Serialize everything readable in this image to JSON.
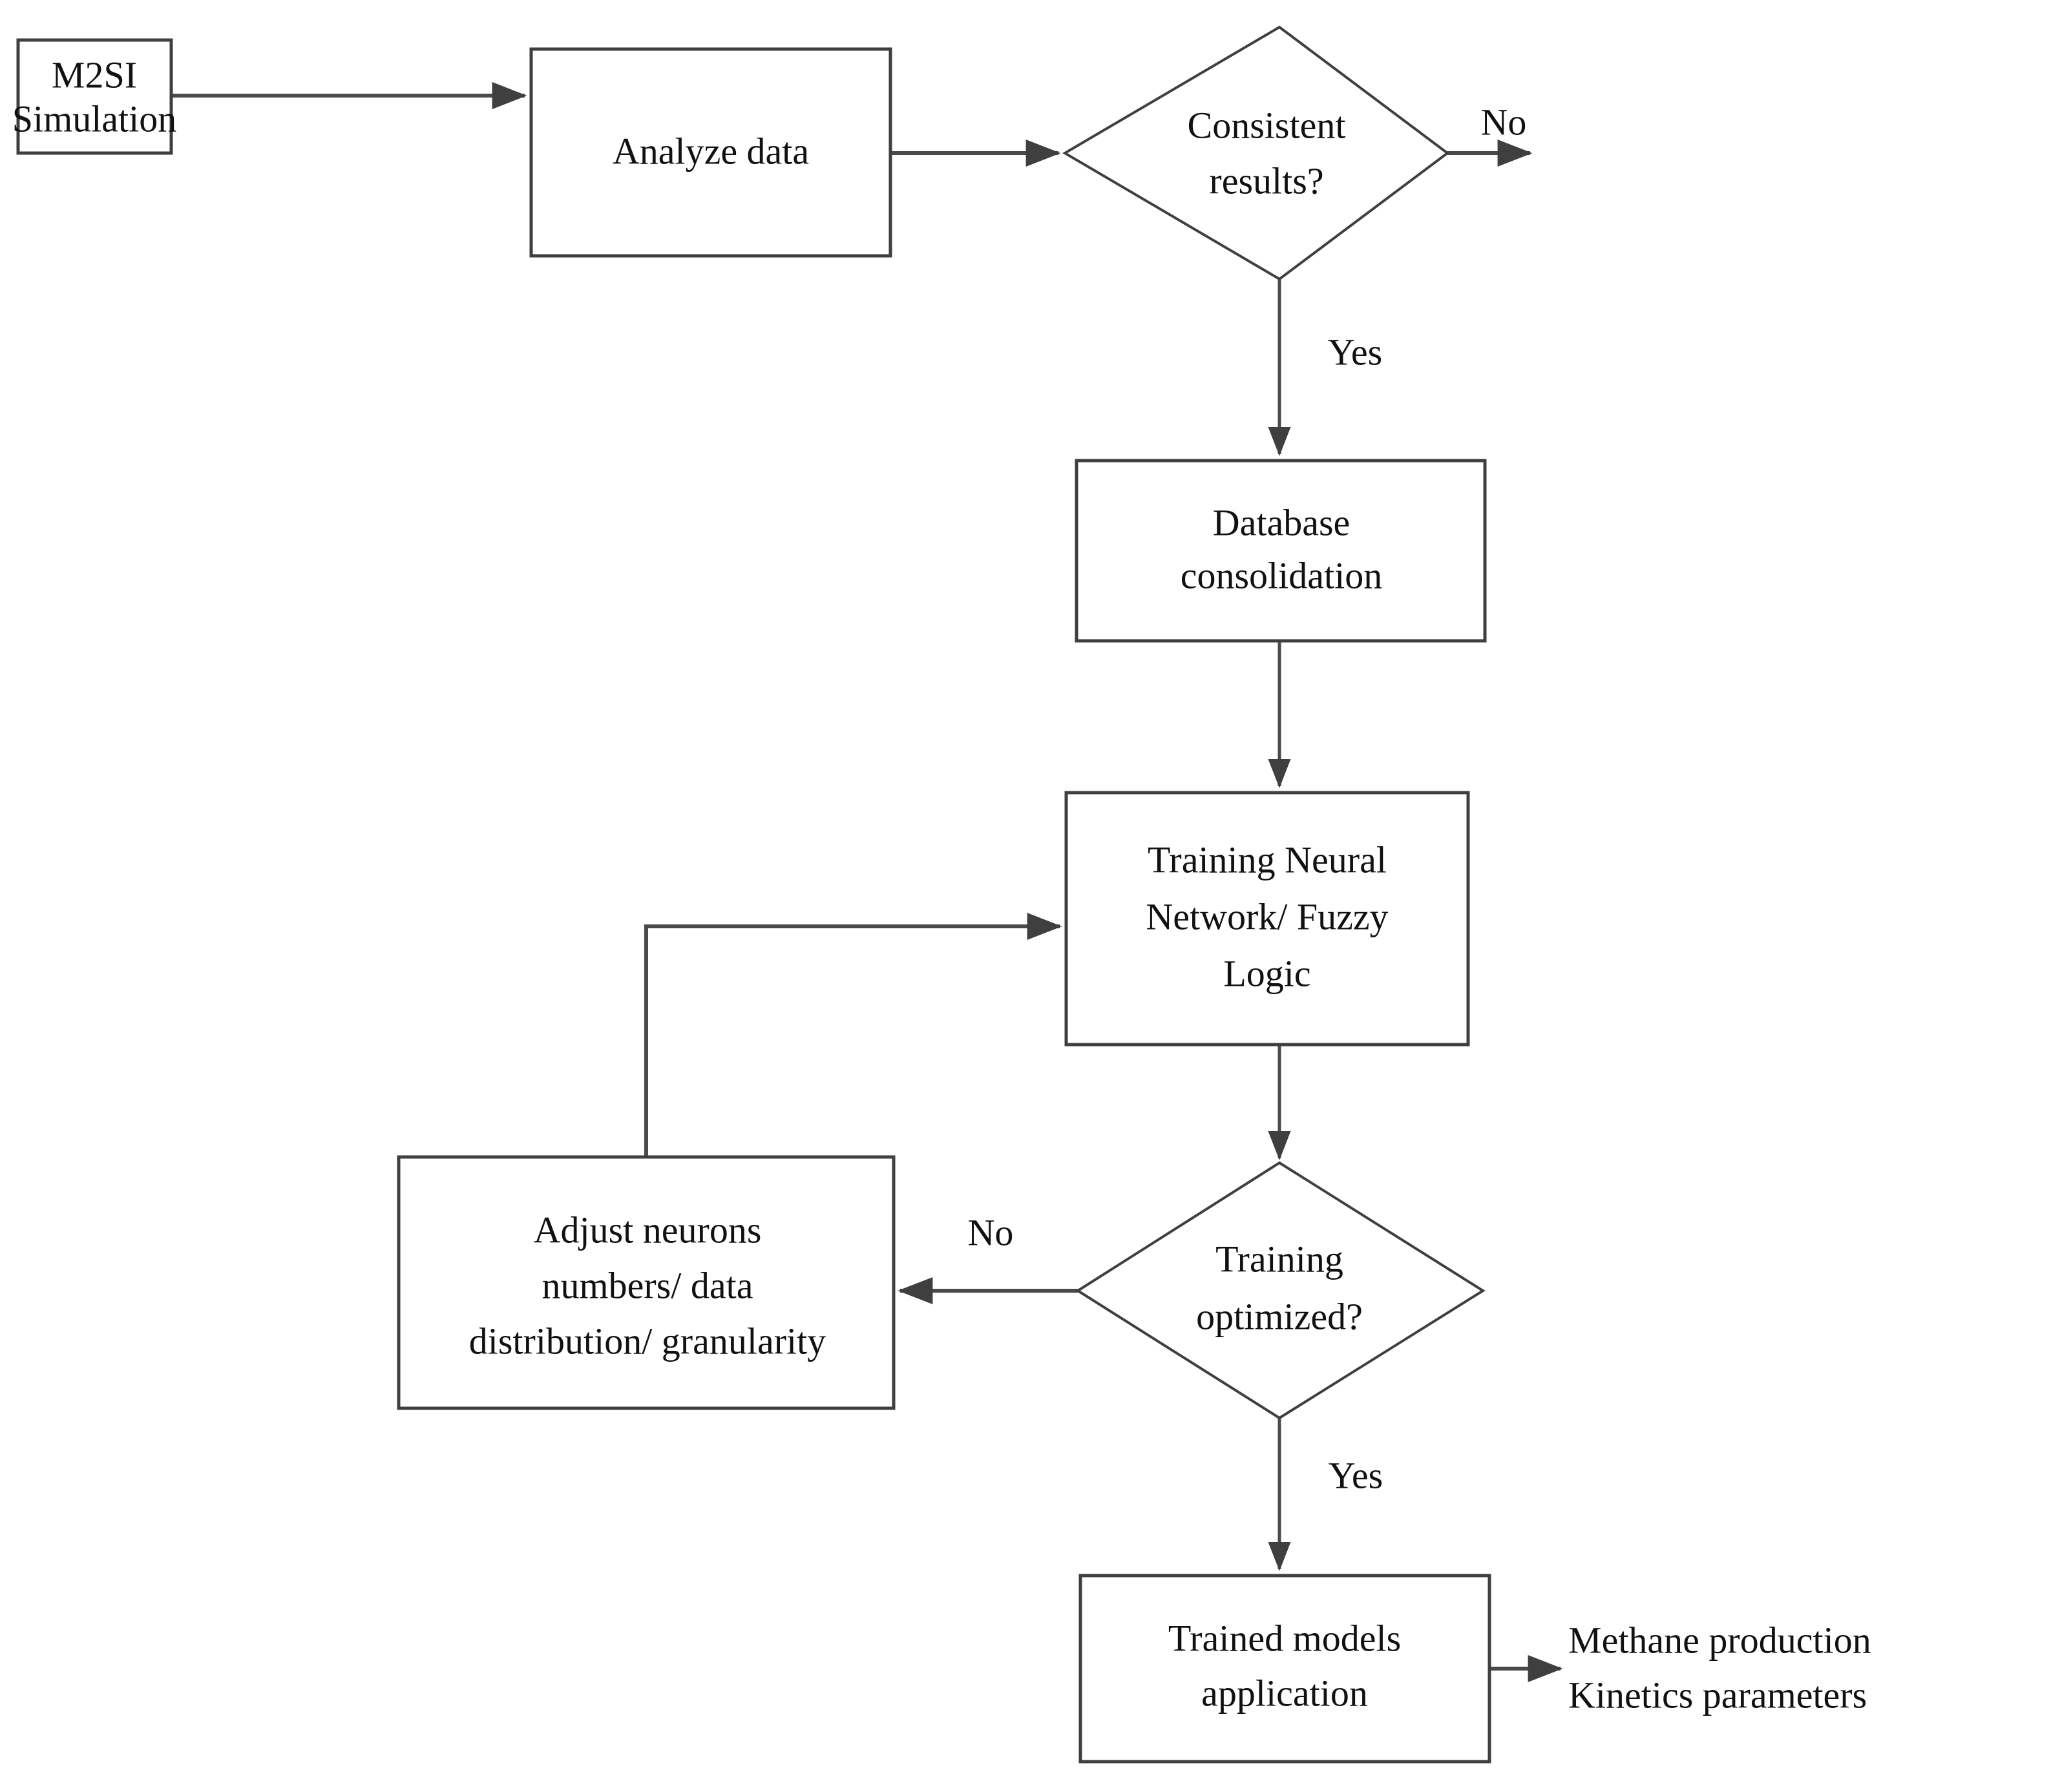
{
  "diagram": {
    "type": "flowchart",
    "orientation": "top-to-bottom",
    "background_color": "#ffffff",
    "stroke_color": "#4a4a4a",
    "text_color": "#111111"
  },
  "nodes": {
    "m2si_simulation": {
      "shape": "process",
      "lines": [
        "M2SI",
        "Simulation"
      ]
    },
    "analyze_data": {
      "shape": "process",
      "lines": [
        "Analyze data"
      ]
    },
    "consistent_results": {
      "shape": "decision",
      "lines": [
        "Consistent",
        "results?"
      ]
    },
    "database_consolidation": {
      "shape": "process",
      "lines": [
        "Database",
        "consolidation"
      ]
    },
    "training_nn_fuzzy": {
      "shape": "process",
      "lines": [
        "Training Neural",
        "Network/ Fuzzy",
        "Logic"
      ]
    },
    "adjust_neurons": {
      "shape": "process",
      "lines": [
        "Adjust neurons",
        "numbers/ data",
        "distribution/ granularity"
      ]
    },
    "training_optimized": {
      "shape": "decision",
      "lines": [
        "Training",
        "optimized?"
      ]
    },
    "trained_models_application": {
      "shape": "process",
      "lines": [
        "Trained models",
        "application"
      ]
    },
    "output_terminal": {
      "shape": "text",
      "lines": [
        "Methane production",
        "Kinetics parameters"
      ]
    }
  },
  "edge_labels": {
    "consistent_no": "No",
    "consistent_yes": "Yes",
    "optimized_no": "No",
    "optimized_yes": "Yes"
  },
  "edges": [
    {
      "from": "m2si_simulation",
      "to": "analyze_data",
      "label": ""
    },
    {
      "from": "analyze_data",
      "to": "consistent_results",
      "label": ""
    },
    {
      "from": "consistent_results",
      "to": "open_end_right",
      "label": "No"
    },
    {
      "from": "consistent_results",
      "to": "database_consolidation",
      "label": "Yes"
    },
    {
      "from": "database_consolidation",
      "to": "training_nn_fuzzy",
      "label": ""
    },
    {
      "from": "training_nn_fuzzy",
      "to": "training_optimized",
      "label": ""
    },
    {
      "from": "training_optimized",
      "to": "adjust_neurons",
      "label": "No"
    },
    {
      "from": "adjust_neurons",
      "to": "training_nn_fuzzy",
      "label": ""
    },
    {
      "from": "training_optimized",
      "to": "trained_models_application",
      "label": "Yes"
    },
    {
      "from": "trained_models_application",
      "to": "output_terminal",
      "label": ""
    }
  ]
}
